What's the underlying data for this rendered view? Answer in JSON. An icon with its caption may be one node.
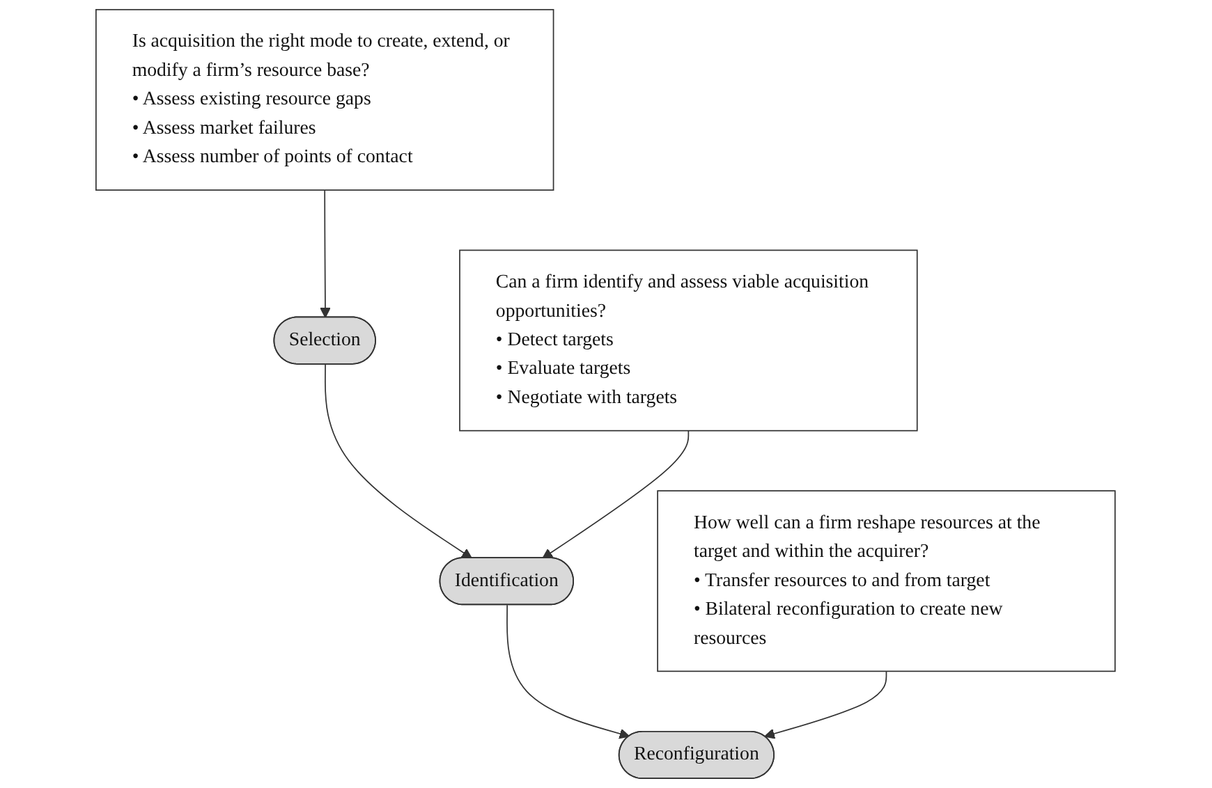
{
  "diagram": {
    "nodes": [
      {
        "text": [
          "Selection"
        ]
      },
      {
        "text": [
          "Is acquisition the right mode to create, extend, or modify a firm’s resource base?",
          "• Assess existing resource gaps",
          "• Assess market failures",
          "• Assess number of points of contact"
        ]
      },
      {
        "text": [
          "Identification"
        ]
      },
      {
        "text": [
          "Can a firm identify and assess viable acquisition opportunities?",
          "• Detect targets",
          "• Evaluate targets",
          "• Negotiate with targets"
        ]
      },
      {
        "text": [
          "Reconfiguration"
        ]
      },
      {
        "text": [
          "How well can a firm reshape resources at the target and within the acquirer?",
          "• Transfer resources to and from target",
          "• Bilateral reconfiguration to create new resources"
        ]
      }
    ],
    "edges": [
      {
        "from": 1,
        "to": 0,
        "arrow": "to"
      },
      {
        "from": 0,
        "to": 2,
        "arrow": "to"
      },
      {
        "from": 3,
        "to": 2,
        "arrow": "to"
      },
      {
        "from": 2,
        "to": 4,
        "arrow": "to"
      },
      {
        "from": 5,
        "to": 4,
        "arrow": "to"
      }
    ]
  }
}
